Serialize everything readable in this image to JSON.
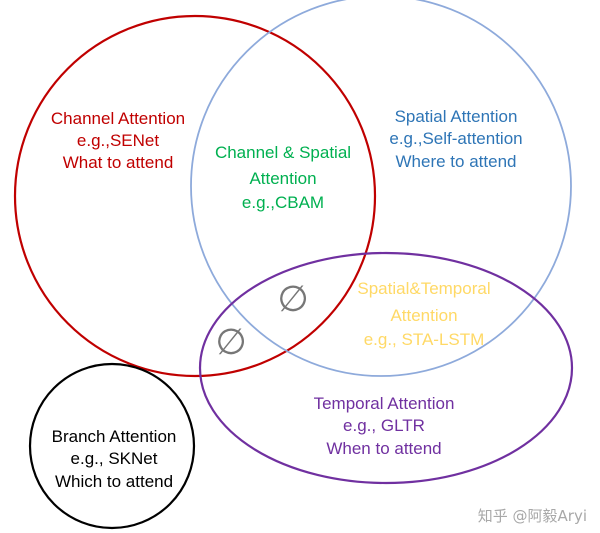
{
  "colors": {
    "channel": "#c00000",
    "spatial": "#2e75b6",
    "spatial_circle": "#8eaadb",
    "intersection": "#00b050",
    "temporal": "#7030a0",
    "spatial_temporal": "#ffd966",
    "branch": "#000000",
    "empty_set": "#777777"
  },
  "channel": {
    "line1": "Channel Attention",
    "line2": "e.g.,SENet",
    "line3": "What to attend"
  },
  "spatial": {
    "line1": "Spatial Attention",
    "line2": "e.g.,Self-attention",
    "line3": "Where to attend"
  },
  "channel_spatial": {
    "line1": "Channel & Spatial",
    "line2": "Attention",
    "line3": "e.g.,CBAM"
  },
  "spatial_temporal": {
    "line1": "Spatial&Temporal",
    "line2": "Attention",
    "line3": "e.g., STA-LSTM"
  },
  "temporal": {
    "line1": "Temporal Attention",
    "line2": "e.g., GLTR",
    "line3": "When to attend"
  },
  "branch": {
    "line1": "Branch Attention",
    "line2": "e.g., SKNet",
    "line3": "Which to attend"
  },
  "empty_set_symbol": "∅",
  "watermark": "知乎 @阿毅Aryi"
}
